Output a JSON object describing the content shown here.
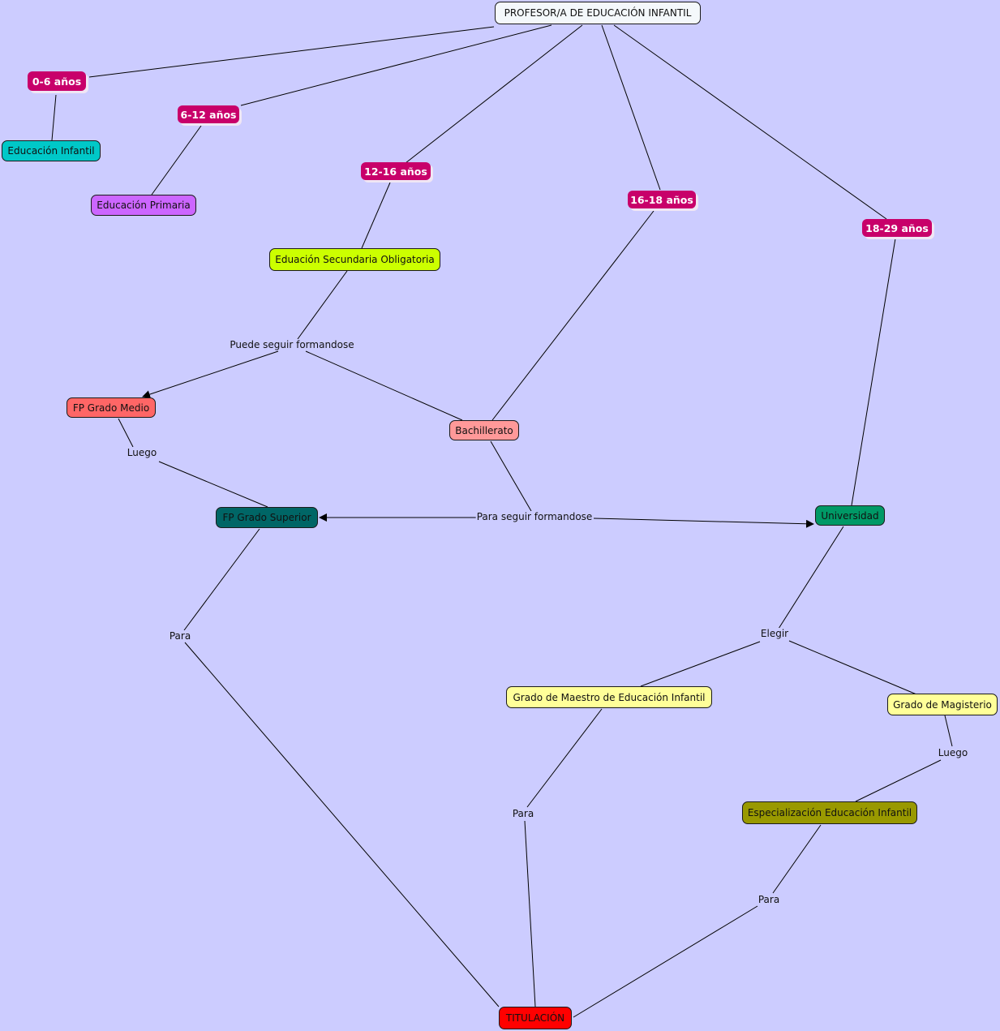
{
  "root": {
    "label": "PROFESOR/A DE EDUCACIÓN INFANTIL",
    "color": "#f4f8fb"
  },
  "ages": [
    {
      "label": "0-6 años"
    },
    {
      "label": "6-12 años"
    },
    {
      "label": "12-16 años"
    },
    {
      "label": "16-18 años"
    },
    {
      "label": "18-29 años"
    }
  ],
  "age_color": "#c8006a",
  "concepts": {
    "infantil": {
      "label": "Educación Infantil",
      "color": "#00c8c8"
    },
    "primaria": {
      "label": "Educación Primaria",
      "color": "#cc66ff"
    },
    "eso": {
      "label": "Eduación Secundaria Obligatoria",
      "color": "#ccff00"
    },
    "fp_medio": {
      "label": "FP Grado Medio",
      "color": "#ff6666"
    },
    "bachillerato": {
      "label": "Bachillerato",
      "color": "#ff9999"
    },
    "fp_superior": {
      "label": "FP Grado Superior",
      "color": "#006666"
    },
    "universidad": {
      "label": "Universidad",
      "color": "#009966"
    },
    "grado_maestro": {
      "label": "Grado de Maestro de Educación Infantil",
      "color": "#ffff99"
    },
    "grado_magisterio": {
      "label": "Grado de Magisterio",
      "color": "#ffff99"
    },
    "especializacion": {
      "label": "Especialización Educación Infantil",
      "color": "#999900"
    },
    "titulacion": {
      "label": "TITULACIÓN",
      "color": "#ff0000"
    }
  },
  "linking_phrases": {
    "puede_seguir": "Puede seguir formandose",
    "luego_fp": "Luego",
    "para_seguir": "Para seguir formandose",
    "para_fp": "Para",
    "elegir": "Elegir",
    "para_maestro": "Para",
    "luego_magisterio": "Luego",
    "para_especializacion": "Para"
  }
}
